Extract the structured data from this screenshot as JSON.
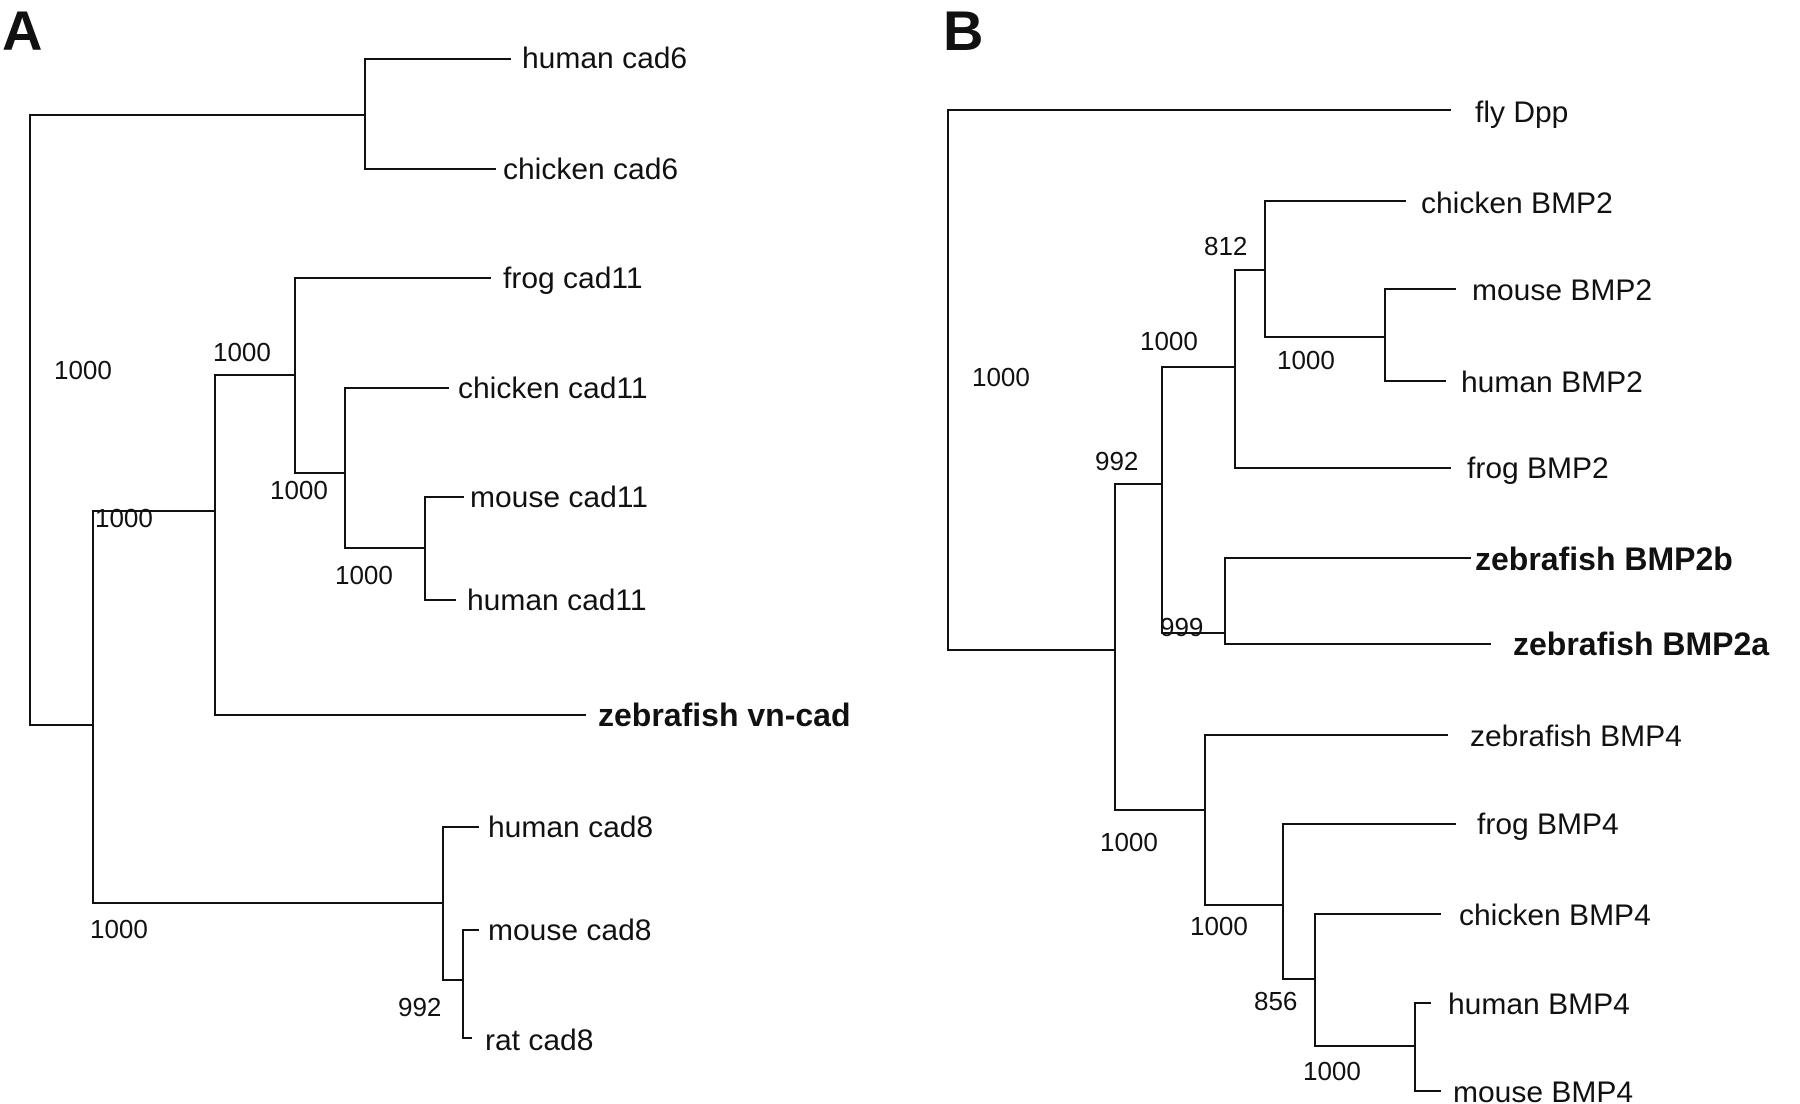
{
  "panels": {
    "a": {
      "letter": "A",
      "leaves": {
        "human_cad6": "human cad6",
        "chicken_cad6": "chicken cad6",
        "frog_cad11": "frog cad11",
        "chicken_cad11": "chicken cad11",
        "mouse_cad11": "mouse cad11",
        "human_cad11": "human cad11",
        "zebrafish_vncad": "zebrafish vn-cad",
        "human_cad8": "human cad8",
        "mouse_cad8": "mouse cad8",
        "rat_cad8": "rat cad8"
      },
      "bootstrap": {
        "root": "1000",
        "cad11_vn": "1000",
        "cad11_group": "1000",
        "cad11_inner": "1000",
        "mouse_human_cad11": "1000",
        "cad8_outgroup": "1000",
        "mouse_rat_cad8": "992"
      }
    },
    "b": {
      "letter": "B",
      "leaves": {
        "fly_dpp": "fly Dpp",
        "chicken_bmp2": "chicken BMP2",
        "mouse_bmp2": "mouse BMP2",
        "human_bmp2": "human BMP2",
        "frog_bmp2": "frog BMP2",
        "zebrafish_bmp2b": "zebrafish BMP2b",
        "zebrafish_bmp2a": "zebrafish BMP2a",
        "zebrafish_bmp4": "zebrafish BMP4",
        "frog_bmp4": "frog BMP4",
        "chicken_bmp4": "chicken BMP4",
        "human_bmp4": "human BMP4",
        "mouse_bmp4": "mouse BMP4"
      },
      "bootstrap": {
        "root": "1000",
        "chicken_mammal_bmp2": "812",
        "bmp2_tetrapod": "1000",
        "mouse_human_bmp2": "1000",
        "bmp2_group": "992",
        "zebrafish_bmp2": "999",
        "bmp4_group": "1000",
        "bmp4_tetrapod": "1000",
        "chicken_mammal_bmp4": "856",
        "human_mouse_bmp4": "1000"
      }
    }
  }
}
